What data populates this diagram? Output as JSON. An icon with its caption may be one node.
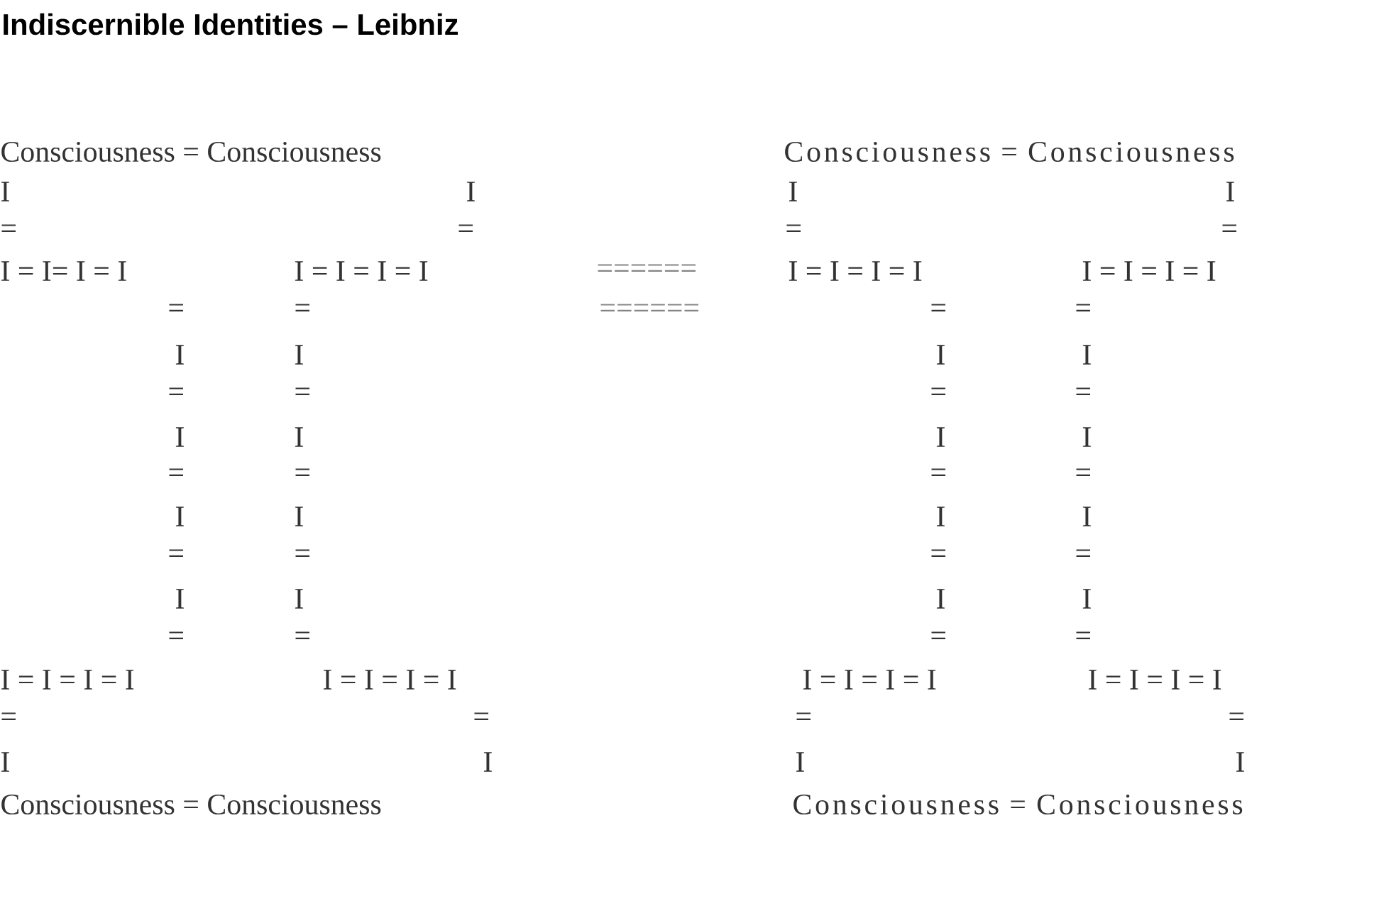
{
  "diagram": {
    "title": "Indiscernible Identities – Leibniz",
    "labels": [
      "Consciousness = Consciousness",
      "Consciousness = Consciousness",
      "I",
      "I",
      "I",
      "I",
      "=",
      "=",
      "=",
      "=",
      "I = I= I = I",
      "I = I = I = I",
      "======",
      "I = I = I = I",
      "I = I = I = I",
      "=",
      "=",
      "======",
      "=",
      "=",
      "I",
      "I",
      "I",
      "I",
      "=",
      "=",
      "=",
      "=",
      "I",
      "I",
      "I",
      "I",
      "=",
      "=",
      "=",
      "=",
      "I",
      "I",
      "I",
      "I",
      "=",
      "=",
      "=",
      "=",
      "I",
      "I",
      "I",
      "I",
      "=",
      "=",
      "=",
      "=",
      "I = I = I = I",
      "I = I = I = I",
      "I = I = I = I",
      "I = I = I = I",
      "=",
      "=",
      "=",
      "=",
      "I",
      "I",
      "I",
      "I",
      "Consciousness = Consciousness",
      "Consciousness = Consciousness"
    ]
  }
}
